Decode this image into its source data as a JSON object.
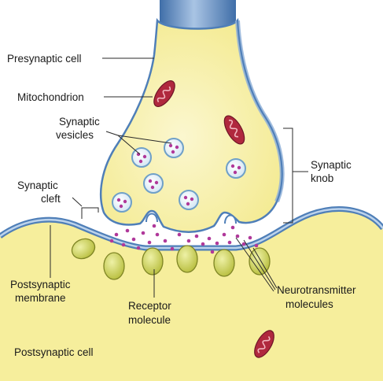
{
  "labels": {
    "presynaptic_cell": "Presynaptic cell",
    "mitochondrion": "Mitochondrion",
    "synaptic_vesicles_1": "Synaptic",
    "synaptic_vesicles_2": "vesicles",
    "synaptic_cleft_1": "Synaptic",
    "synaptic_cleft_2": "cleft",
    "synaptic_knob_1": "Synaptic",
    "synaptic_knob_2": "knob",
    "postsynaptic_membrane_1": "Postsynaptic",
    "postsynaptic_membrane_2": "membrane",
    "receptor_molecule_1": "Receptor",
    "receptor_molecule_2": "molecule",
    "neurotransmitter_molecules_1": "Neurotransmitter",
    "neurotransmitter_molecules_2": "molecules",
    "postsynaptic_cell": "Postsynaptic cell"
  },
  "colors": {
    "cell_fill": "#f7ef9c",
    "cell_fill_light": "#fbf7cf",
    "membrane_blue": "#4f7fb8",
    "membrane_blue_light": "#a9c4e4",
    "vesicle_fill": "#d9ebf6",
    "vesicle_ring": "#6fa0c8",
    "neurotransmitter": "#b0389a",
    "receptor_fill": "#c9cf4e",
    "mitochondrion_fill": "#b0283e"
  }
}
